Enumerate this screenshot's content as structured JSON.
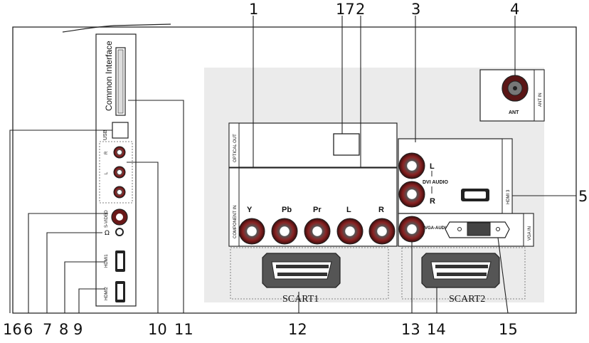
{
  "callouts": {
    "n1": "1",
    "n2": "2",
    "n3": "3",
    "n4": "4",
    "n5": "5",
    "n6": "6",
    "n7": "7",
    "n8": "8",
    "n9": "9",
    "n10": "10",
    "n11": "11",
    "n12": "12",
    "n13": "13",
    "n14": "14",
    "n15": "15",
    "n16": "16",
    "n17": "17"
  },
  "side_panel": {
    "common_interface": "Common Interface",
    "usb": "USB",
    "s_video": "S-VIDEO",
    "hdmi1": "HDMI1",
    "hdmi2": "HDMI2",
    "r": "R",
    "l": "L"
  },
  "rear_panel": {
    "optical_out": "OPTICAL OUT",
    "component_in": "COMPONENT IN",
    "y": "Y",
    "pb": "Pb",
    "pr": "Pr",
    "l": "L",
    "r": "R",
    "dvi_audio": "DVI AUDIO",
    "dvi_l": "L",
    "dvi_r": "R",
    "hdmi3": "HDMI 3",
    "vga_audio": "VGA-AUDIO",
    "vga_in": "VGA IN",
    "ant": "ANT",
    "ant_in": "ANT IN",
    "scart1": "SCART1",
    "scart2": "SCART2"
  },
  "colors": {
    "panel_gray": "#ebebeb",
    "jack_red": "#7a1a1a",
    "line": "#222222"
  }
}
